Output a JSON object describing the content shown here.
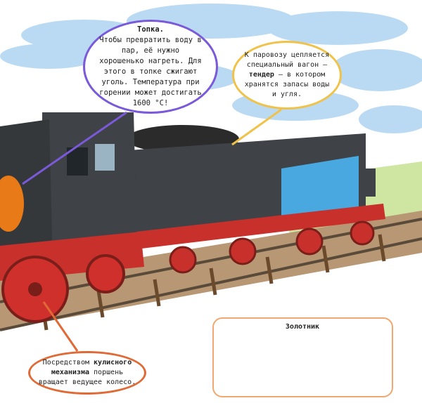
{
  "callouts": {
    "firebox": {
      "title": "Топка.",
      "text": "Чтобы превратить воду в пар, её нужно хорошенько нагреть. Для этого в топке сжигают уголь. Температура при горении может достигать 1600 °C!"
    },
    "tender": {
      "text_before": "К паровозу цепляется специальный вагон —",
      "term": "тендер",
      "text_after": "— в котором хранятся запасы воды и угля."
    },
    "valve_gear": {
      "text_before": "Посредством",
      "term": "кулисного механизма",
      "text_after": "поршень вращает ведущее колесо."
    }
  },
  "inset": {
    "title": "Золотник"
  },
  "colors": {
    "firebox_border": "#7a5ad8",
    "tender_border": "#f0c24a",
    "valve_border": "#e06a36",
    "locomotive_body": "#3f4246",
    "frame_red": "#c8302c",
    "water_blue": "#4aa8e0",
    "sky_blue": "#9cc8ec"
  }
}
